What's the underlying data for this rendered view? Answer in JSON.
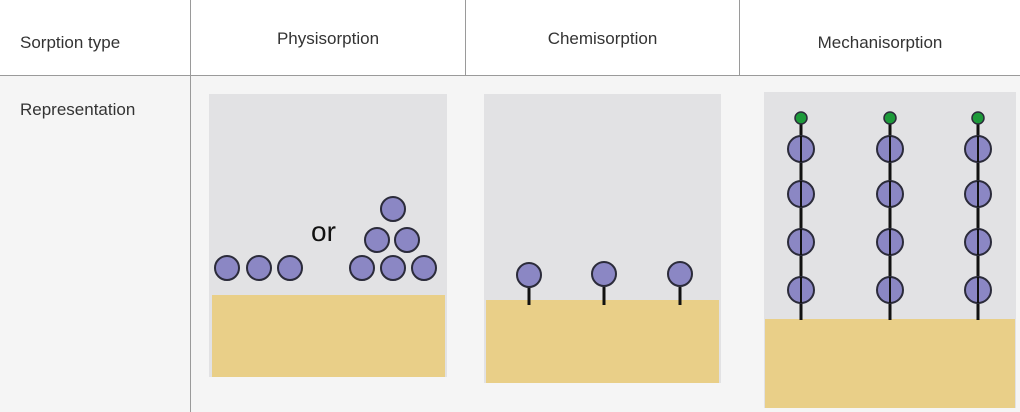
{
  "table": {
    "header_label": "Sorption type",
    "columns": [
      "Physisorption",
      "Chemisorption",
      "Mechanisorption"
    ],
    "row_label": "Representation"
  },
  "physisorption": {
    "or_text": "or"
  },
  "colors": {
    "panel_bg": "#e2e2e4",
    "surface": "#e9cf88",
    "sphere_fill": "#8b87c4",
    "sphere_stroke": "#2b2b3a",
    "tether": "#111111",
    "cap_green": "#1d9a3a",
    "row_bg": "#f5f5f5"
  }
}
